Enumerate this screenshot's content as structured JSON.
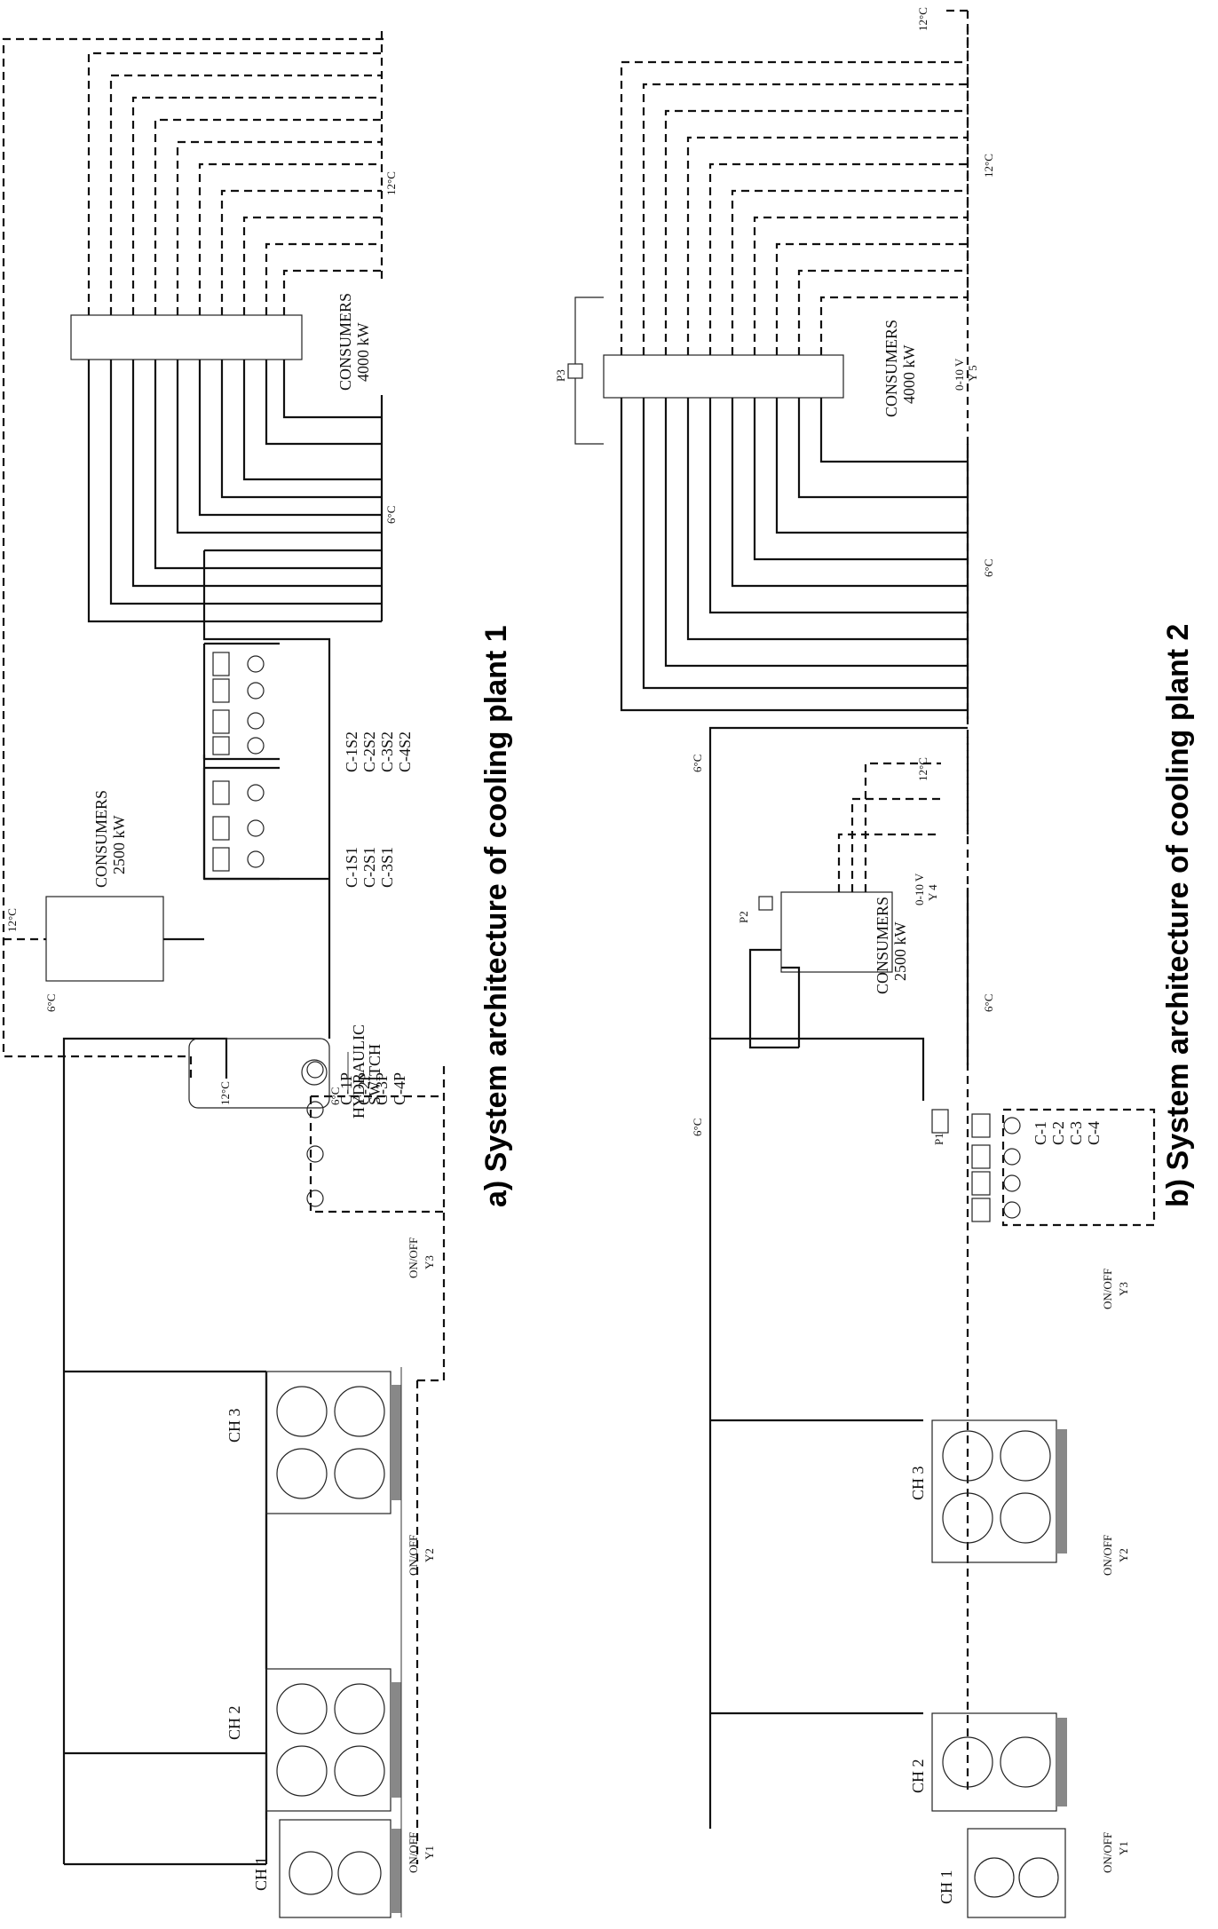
{
  "plant_a": {
    "caption": "a) System architecture of cooling plant 1",
    "consumers_small": {
      "title": "CONSUMERS",
      "power": "2500 kW"
    },
    "consumers_large": {
      "title": "CONSUMERS",
      "power": "4000 kW"
    },
    "hydraulic_switch": {
      "line1": "HYDRAULIC",
      "line2": "SWITCH"
    },
    "chillers": [
      "CH 1",
      "CH 2",
      "CH 3"
    ],
    "valves": [
      "Y1",
      "Y2",
      "Y3"
    ],
    "valve_mode": "ON/OFF",
    "primary_pumps": [
      "C-1P",
      "C-2P",
      "C-3P",
      "C-4P"
    ],
    "secondary_pumps_1": [
      "C-1S1",
      "C-2S1",
      "C-3S1"
    ],
    "secondary_pumps_2": [
      "C-1S2",
      "C-2S2",
      "C-3S2",
      "C-4S2"
    ],
    "temp_supply": "6°C",
    "temp_return": "12°C"
  },
  "plant_b": {
    "caption": "b) System architecture of cooling plant 2",
    "consumers_small": {
      "title": "CONSUMERS",
      "power": "2500 kW"
    },
    "consumers_large": {
      "title": "CONSUMERS",
      "power": "4000 kW"
    },
    "chillers": [
      "CH 1",
      "CH 2",
      "CH 3"
    ],
    "valves": [
      "Y1",
      "Y2",
      "Y3"
    ],
    "valve_mode": "ON/OFF",
    "pumps": [
      "C-1",
      "C-2",
      "C-3",
      "C-4"
    ],
    "sensors": [
      "P1",
      "P2",
      "P3"
    ],
    "control_valves": [
      "Y 4",
      "Y 5"
    ],
    "signal": "0-10 V",
    "temp_supply": "6°C",
    "temp_return": "12°C"
  }
}
